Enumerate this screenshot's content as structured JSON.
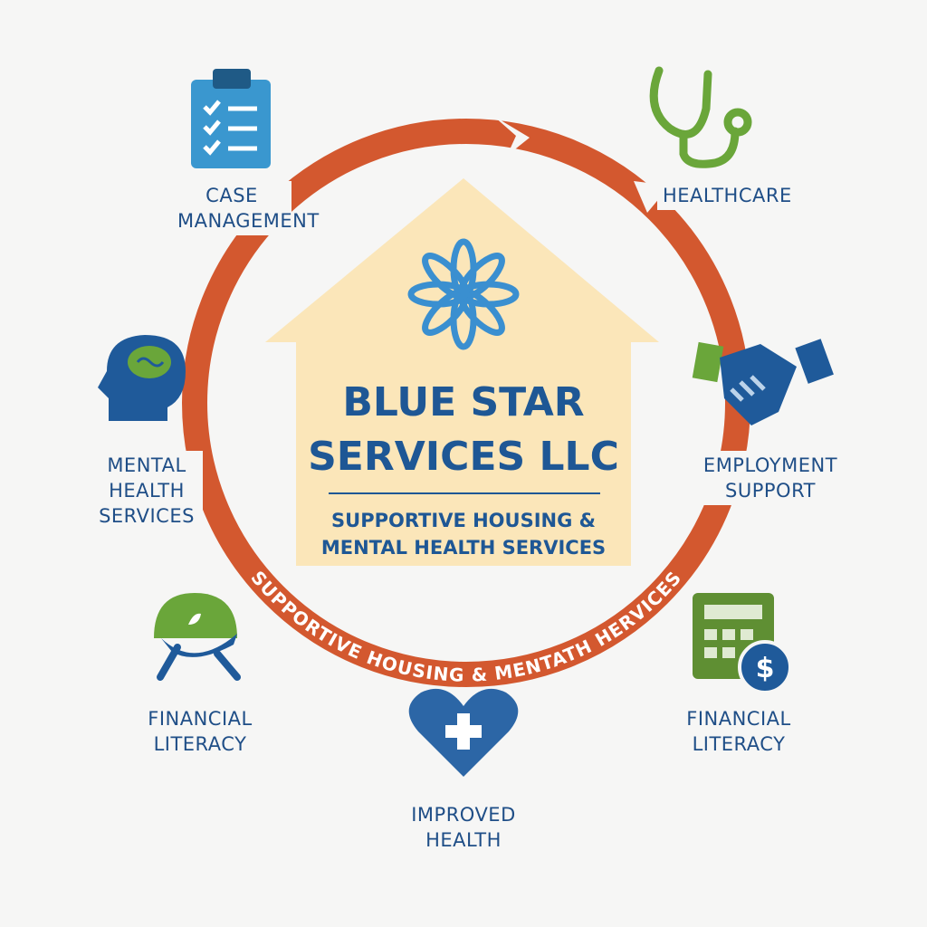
{
  "center": {
    "title_line1": "BLUE STAR",
    "title_line2": "SERVICES LLC",
    "subtitle_line1": "SUPPORTIVE HOUSING &",
    "subtitle_line2": "MENTAL HEALTH SERVICES"
  },
  "ring_text": "SUPPORTIVE HOUSING & MENTATH HERVICES",
  "services": [
    {
      "label_line1": "CASE",
      "label_line2": "MANAGEMENT",
      "icon": "clipboard-checklist-icon"
    },
    {
      "label_line1": "HEALTHCARE",
      "icon": "stethoscope-icon"
    },
    {
      "label_line1": "MENTAL",
      "label_line2": "HEALTH",
      "label_line3": "SERVICES",
      "icon": "head-brain-icon"
    },
    {
      "label_line1": "EMPLOYMENT",
      "label_line2": "SUPPORT",
      "icon": "handshake-icon"
    },
    {
      "label_line1": "FINANCIAL",
      "label_line2": "LITERACY",
      "icon": "bowl-leaf-icon"
    },
    {
      "label_line1": "FINANCIAL",
      "label_line2": "LITERACY",
      "icon": "calculator-dollar-icon"
    },
    {
      "label_line1": "IMPROVED",
      "label_line2": "HEALTH",
      "icon": "heart-plus-icon"
    }
  ],
  "colors": {
    "ring": "#d3582f",
    "navy": "#1f4e87",
    "blue": "#3a8fd0",
    "green": "#6aa63a",
    "house": "#fbe6b9"
  }
}
